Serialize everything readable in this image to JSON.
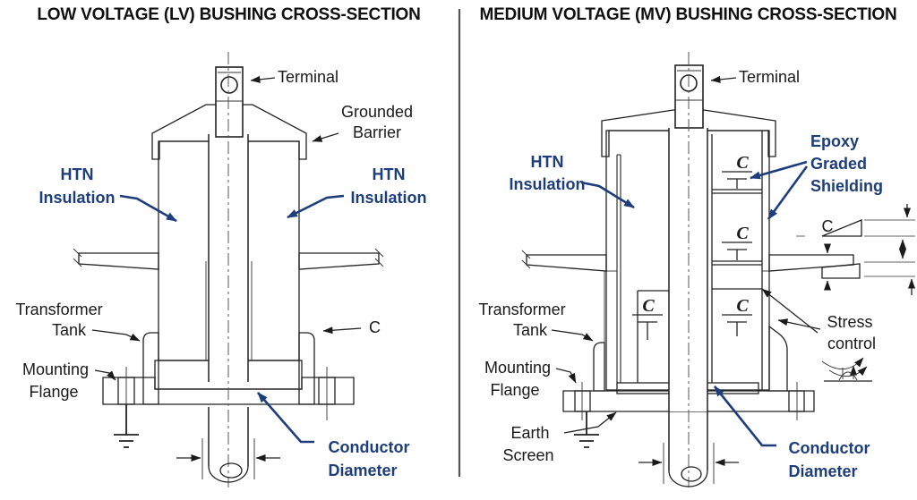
{
  "colors": {
    "label_blue": "#1e3d7b",
    "line_black": "#1a1a1a",
    "divider_gray": "#555555"
  },
  "lv": {
    "title": "LOW VOLTAGE (LV) BUSHING CROSS-SECTION",
    "labels": {
      "terminal": "Terminal",
      "grounded_barrier": [
        "Grounded",
        "Barrier"
      ],
      "htn_left": [
        "HTN",
        "Insulation"
      ],
      "htn_right": [
        "HTN",
        "Insulation"
      ],
      "transformer_tank": [
        "Transformer",
        "Tank"
      ],
      "mounting_flange": [
        "Mounting",
        "Flange"
      ],
      "capacitance": "C",
      "conductor_diameter": [
        "Conductor",
        "Diameter"
      ]
    }
  },
  "mv": {
    "title": "MEDIUM VOLTAGE (MV) BUSHING CROSS-SECTION",
    "labels": {
      "terminal": "Terminal",
      "epoxy_graded_shielding": [
        "Epoxy",
        "Graded",
        "Shielding"
      ],
      "htn": [
        "HTN",
        "Insulation"
      ],
      "transformer_tank": [
        "Transformer",
        "Tank"
      ],
      "mounting_flange": [
        "Mounting",
        "Flange"
      ],
      "earth_screen": [
        "Earth",
        "Screen"
      ],
      "stress_control": [
        "Stress",
        "control"
      ],
      "capacitor": "C",
      "capacitance_detail": "C",
      "conductor_diameter": [
        "Conductor",
        "Diameter"
      ]
    }
  }
}
